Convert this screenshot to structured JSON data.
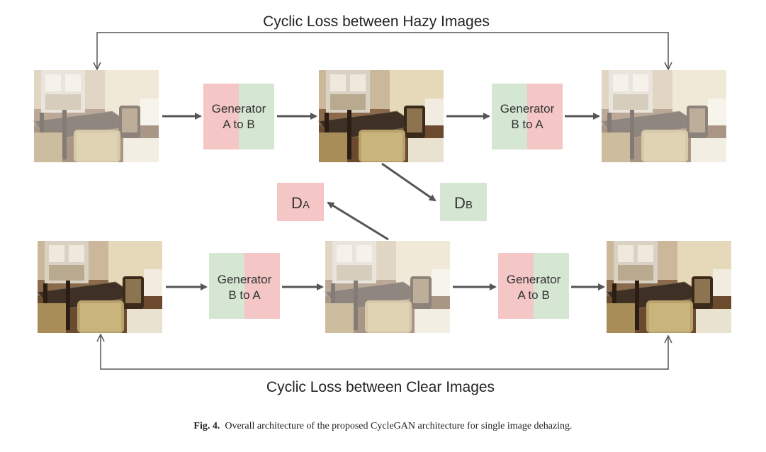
{
  "top_loop_label": "Cyclic Loss between Hazy Images",
  "bottom_loop_label": "Cyclic Loss between Clear Images",
  "generators": {
    "top_left": {
      "line1": "Generator",
      "line2": "A to B"
    },
    "top_right": {
      "line1": "Generator",
      "line2": "B to A"
    },
    "bottom_left": {
      "line1": "Generator",
      "line2": "B to A"
    },
    "bottom_right": {
      "line1": "Generator",
      "line2": "A to B"
    }
  },
  "discriminators": {
    "a": {
      "letter": "D",
      "sub": "A"
    },
    "b": {
      "letter": "D",
      "sub": "B"
    }
  },
  "caption": {
    "prefix": "Fig. 4.",
    "text": "Overall architecture of the proposed CycleGAN architecture for single image dehazing."
  },
  "colors": {
    "generator_red": "#f4c6c6",
    "generator_green": "#d5e6d2",
    "arrow": "#555555"
  }
}
